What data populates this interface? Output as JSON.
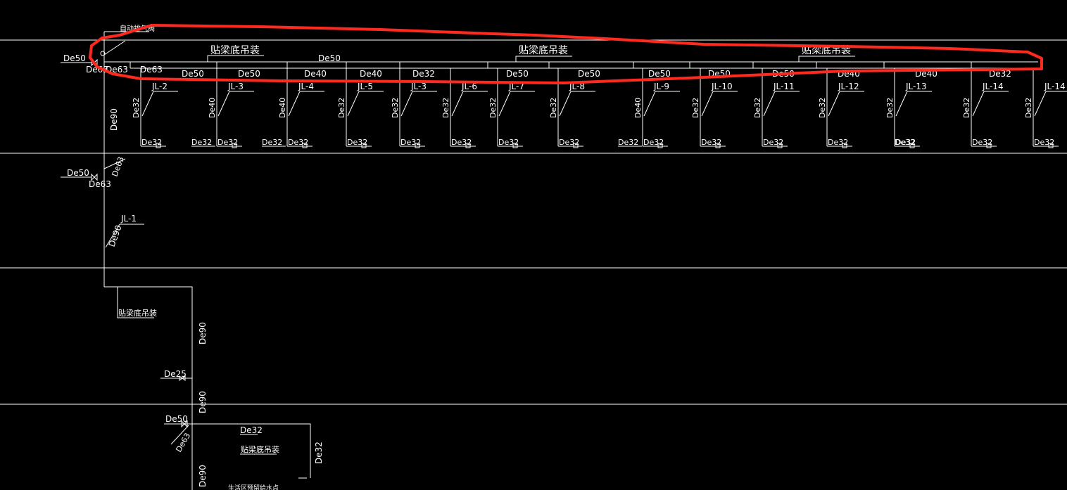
{
  "colors": {
    "background": "#000000",
    "line": "#ffffff",
    "highlight": "#ff2a1f"
  },
  "labels": {
    "auto_valve": "自动排气阀",
    "beam_hang_1": "贴梁底吊装",
    "beam_hang_2": "贴梁底吊装",
    "beam_hang_3": "贴梁底吊装",
    "beam_hang_4": "贴梁底吊装",
    "beam_hang_5": "贴梁底吊装",
    "main_de50": "De50",
    "top_left_de50": "De50",
    "top_left_de63a": "De63",
    "top_left_de63b": "De63",
    "top_left_de63c": "De63",
    "mid_de50": "De50",
    "mid_de63": "De63",
    "mid_de63b": "De63",
    "riser_de90_1": "De90",
    "riser_de90_2": "De90",
    "riser_de90_3": "De90",
    "riser_de90_4": "De90",
    "riser_de90_5": "De90",
    "jl1": "JL-1",
    "de25": "De25",
    "bottom_de50": "De50",
    "bottom_de63": "De63",
    "bottom_de32a": "De32",
    "bottom_de32b": "De32",
    "bottom_note": "生活区预留给水点"
  },
  "segments": [
    "De50",
    "De50",
    "De40",
    "De40",
    "De32",
    "De50",
    "De50",
    "De50",
    "De50",
    "De50",
    "De40",
    "De40",
    "De32"
  ],
  "branches": [
    {
      "tag": "JL-2",
      "pipe": "De32",
      "valve": "De32"
    },
    {
      "tag": "JL-3",
      "pipe": "De40",
      "valve": "De32"
    },
    {
      "tag": "JL-4",
      "pipe": "De40",
      "valve": "De32"
    },
    {
      "tag": "JL-5",
      "pipe": "De32",
      "valve": "De32"
    },
    {
      "tag": "JL-3",
      "pipe": "De32",
      "valve": "De32"
    },
    {
      "tag": "JL-6",
      "pipe": "De32",
      "valve": "De32"
    },
    {
      "tag": "JL-7",
      "pipe": "De32",
      "valve": "De32"
    },
    {
      "tag": "JL-8",
      "pipe": "De32",
      "valve": "De32"
    },
    {
      "tag": "JL-9",
      "pipe": "De40",
      "valve": "De32"
    },
    {
      "tag": "JL-10",
      "pipe": "De32",
      "valve": "De32"
    },
    {
      "tag": "JL-11",
      "pipe": "De32",
      "valve": "De32"
    },
    {
      "tag": "JL-12",
      "pipe": "De32",
      "valve": "De32"
    },
    {
      "tag": "JL-13",
      "pipe": "De32",
      "valve": "De32"
    },
    {
      "tag": "JL-14",
      "pipe": "De32",
      "valve": "De32"
    },
    {
      "tag": "JL-14",
      "pipe": "De32",
      "valve": "De32"
    }
  ],
  "extra_valves": [
    "De32",
    "De32",
    "De32",
    "De32"
  ]
}
